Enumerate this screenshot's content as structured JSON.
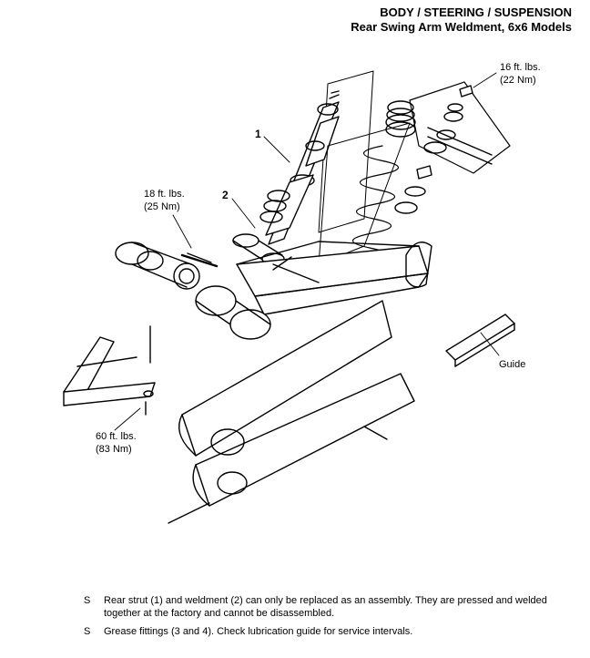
{
  "header": {
    "line1": "BODY / STEERING / SUSPENSION",
    "line2": "Rear Swing Arm Weldment, 6x6 Models"
  },
  "callouts": {
    "item1": "1",
    "item2": "2",
    "torque_top_right_line1": "16 ft. lbs.",
    "torque_top_right_line2": "(22 Nm)",
    "torque_left_line1": "18 ft. lbs.",
    "torque_left_line2": "(25 Nm)",
    "torque_bottom_left_line1": "60 ft. lbs.",
    "torque_bottom_left_line2": "(83 Nm)",
    "guide": "Guide"
  },
  "notes": [
    {
      "bullet": "S",
      "text": "Rear strut (1) and weldment (2) can only be replaced as an assembly.  They are pressed and welded together at the factory and cannot be disassembled."
    },
    {
      "bullet": "S",
      "text": "Grease fittings (3 and 4).  Check lubrication guide for service intervals."
    }
  ]
}
